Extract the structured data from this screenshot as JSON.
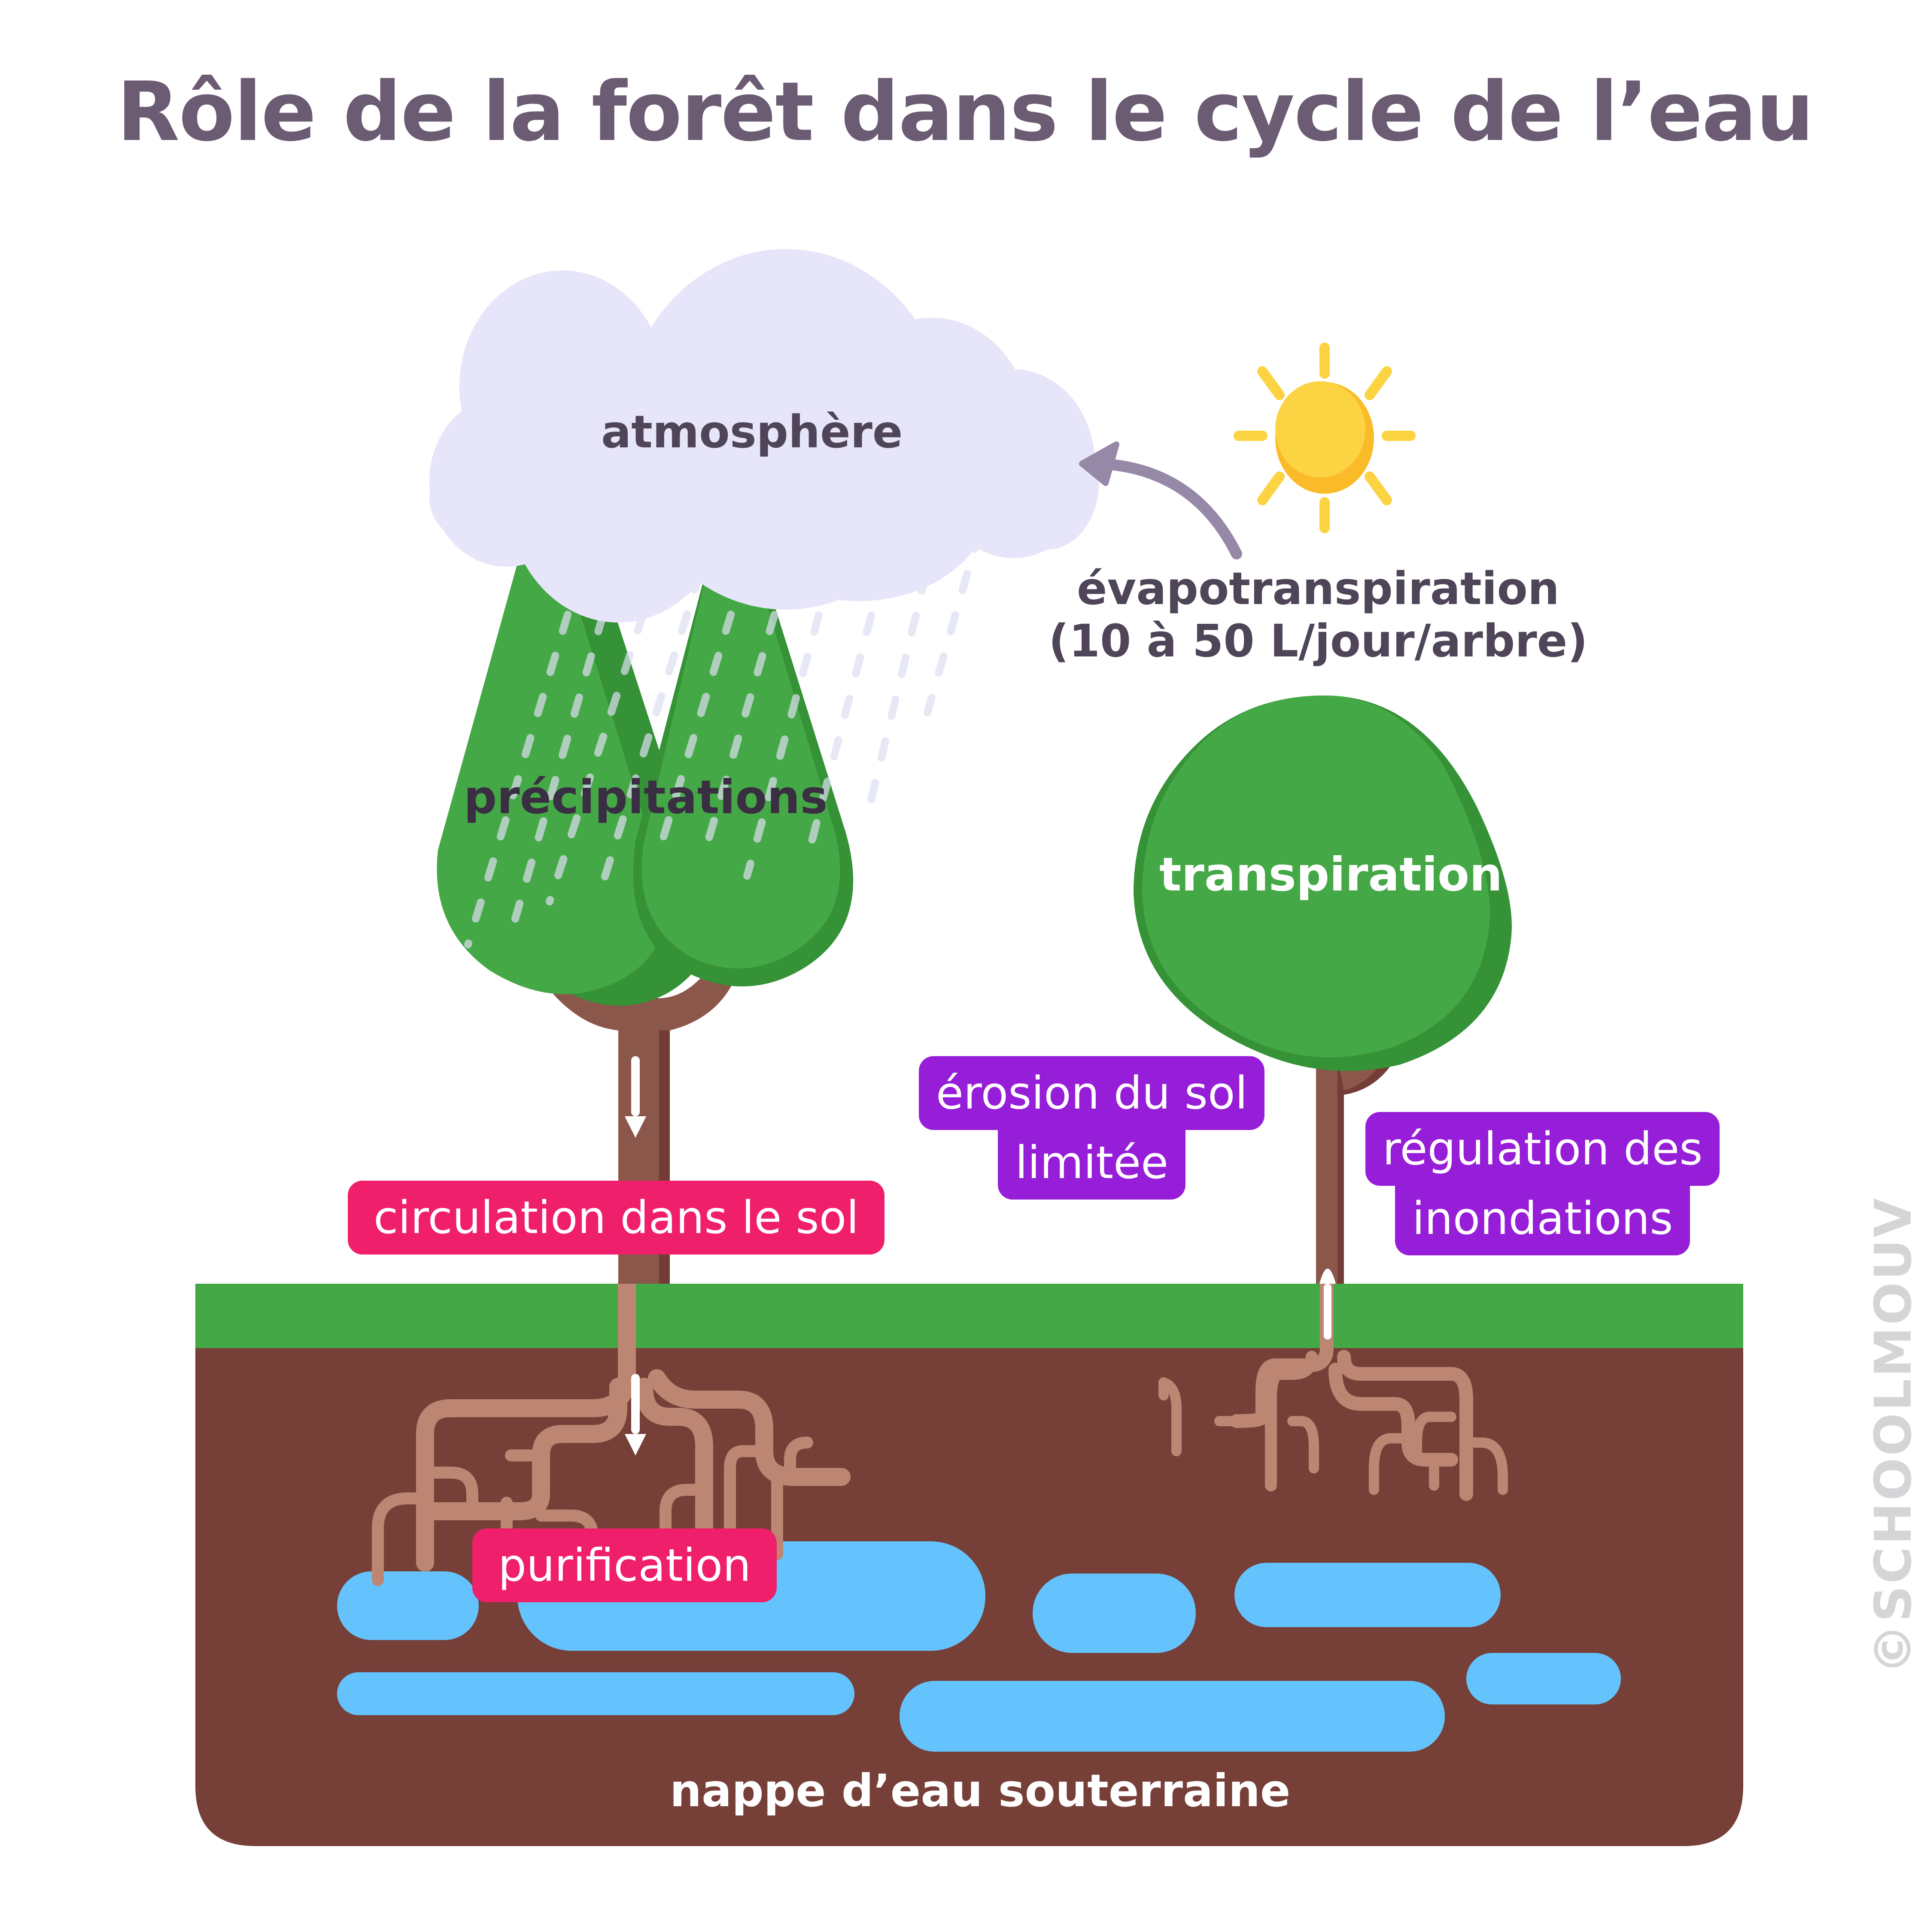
{
  "title": "Rôle de la forêt dans le cycle de l’eau",
  "labels": {
    "atmosphere": "atmosphère",
    "precipitations": "précipitations",
    "evapotranspiration_line1": "évapotranspiration",
    "evapotranspiration_line2": "(10 à 50 L/jour/arbre)",
    "transpiration": "transpiration",
    "groundwater": "nappe d’eau souterraine"
  },
  "tags": {
    "circulation": "circulation dans le sol",
    "purification": "purification",
    "erosion_line1": "érosion du sol",
    "erosion_line2": "limitée",
    "regulation_line1": "régulation des",
    "regulation_line2": "inondations"
  },
  "watermark": "©SCHOOLMOUV",
  "colors": {
    "title": "#6b5b73",
    "cloud": "#e7e5f9",
    "tree_green": "#45a846",
    "tree_green_dark": "#359236",
    "trunk": "#8b574a",
    "trunk_dark": "#743c37",
    "root": "#bc8672",
    "soil": "#763f38",
    "grass": "#45a846",
    "water": "#64c3fc",
    "sun": "#fcd343",
    "sun_shade": "#fbbb29",
    "arrow": "#9688a7",
    "pink_tag": "#ef1f6b",
    "purple_tag": "#971ed8"
  }
}
